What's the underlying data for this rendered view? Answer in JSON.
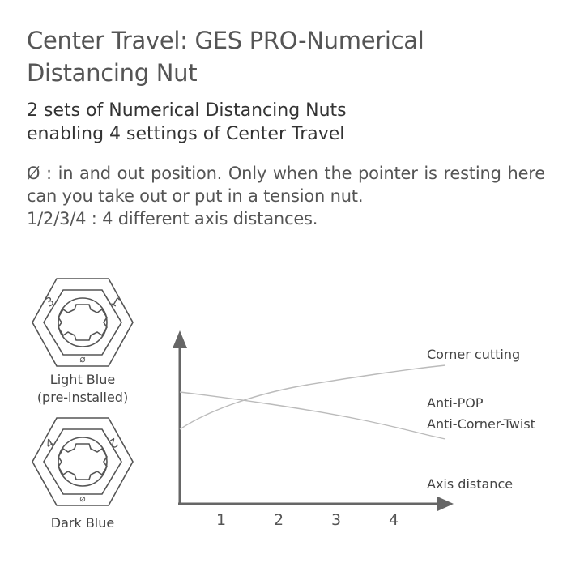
{
  "header": {
    "title_line1": "Center Travel: GES PRO-Numerical",
    "title_line2": "Distancing Nut",
    "subtitle_line1": "2 sets of Numerical Distancing Nuts",
    "subtitle_line2": "enabling 4 settings of Center Travel",
    "desc_line1": "Ø : in and out position. Only when the pointer is resting here can you take out or put in a tension nut.",
    "desc_line2": "1/2/3/4 : 4 different axis distances."
  },
  "nuts": [
    {
      "name_line1": "Light Blue",
      "name_line2": "(pre-installed)",
      "left_number": "3",
      "right_number": "1",
      "bottom_symbol": "⌀"
    },
    {
      "name_line1": "Dark Blue",
      "name_line2": "",
      "left_number": "4",
      "right_number": "2",
      "bottom_symbol": "⌀"
    }
  ],
  "chart_data": {
    "type": "line",
    "xlabel": "Axis distance",
    "x_ticks": [
      "1",
      "2",
      "3",
      "4"
    ],
    "series": [
      {
        "name": "Corner cutting",
        "trend": "increasing"
      },
      {
        "name": "Anti-POP\nAnti-Corner-Twist",
        "trend": "decreasing"
      }
    ],
    "series_labels": {
      "corner_cutting": "Corner cutting",
      "anti_pop": "Anti-POP",
      "anti_corner_twist": "Anti-Corner-Twist"
    },
    "colors": {
      "axis": "#666666",
      "lines": "#bbbbbb"
    }
  }
}
